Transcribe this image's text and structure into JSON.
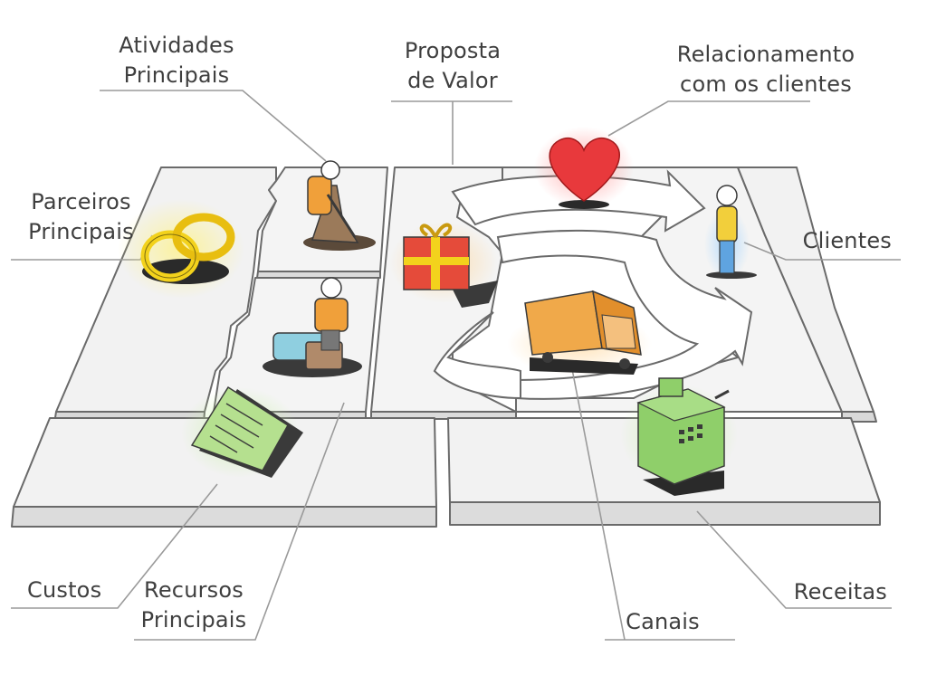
{
  "labels": {
    "key_activities": [
      "Atividades",
      "Principais"
    ],
    "value_proposition": [
      "Proposta",
      "de Valor"
    ],
    "customer_relationships": [
      "Relacionamento",
      "com os clientes"
    ],
    "key_partners": [
      "Parceiros",
      "Principais"
    ],
    "customer_segments": [
      "Clientes"
    ],
    "cost_structure": [
      "Custos"
    ],
    "key_resources": [
      "Recursos",
      "Principais"
    ],
    "channels": [
      "Canais"
    ],
    "revenue_streams": [
      "Receitas"
    ]
  },
  "icons": {
    "key_partners": "rings-icon",
    "key_activities": "worker-digging-icon",
    "key_resources": "worker-machine-icon",
    "value_proposition": "gift-box-icon",
    "customer_relationships": "heart-icon",
    "customer_segments": "customer-person-icon",
    "channels": "delivery-truck-icon",
    "cost_structure": "invoice-document-icon",
    "revenue_streams": "cash-register-icon"
  },
  "colors": {
    "ink": "#3f3f3f",
    "board": "#f2f2f2",
    "board_edge": "#6a6a6a",
    "leader_line": "#9a9a9a",
    "heart": "#e8393c",
    "rings": "#f3d21c",
    "gift": "#e54b3a",
    "truck": "#f0a94a",
    "register": "#8fcf6a",
    "customer": "#f2cf3b",
    "invoice": "#b5e08f"
  }
}
